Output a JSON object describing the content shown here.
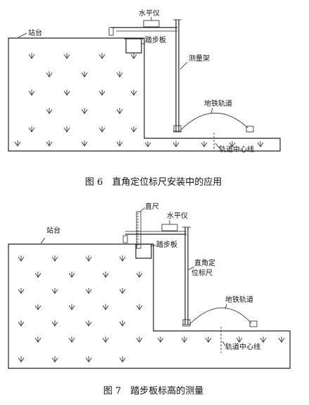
{
  "figure6": {
    "caption": "图 6　直角定位标尺安装中的应用",
    "labels": {
      "level": "水平仪",
      "platform": "站台",
      "step_board": "踏步板",
      "measuring_frame": "测量架",
      "metro_track": "地铁轨道",
      "track_centerline": "轨道中心线"
    }
  },
  "figure7": {
    "caption": "图 7　踏步板标高的测量",
    "labels": {
      "straight_ruler": "直尺",
      "level": "水平仪",
      "platform": "站台",
      "step_board": "踏步板",
      "right_angle_ruler_1": "直角定",
      "right_angle_ruler_2": "位标尺",
      "metro_track": "地铁轨道",
      "track_centerline": "轨道中心线"
    }
  },
  "icons": {
    "fill_mark": "down-arrow-hatch"
  }
}
